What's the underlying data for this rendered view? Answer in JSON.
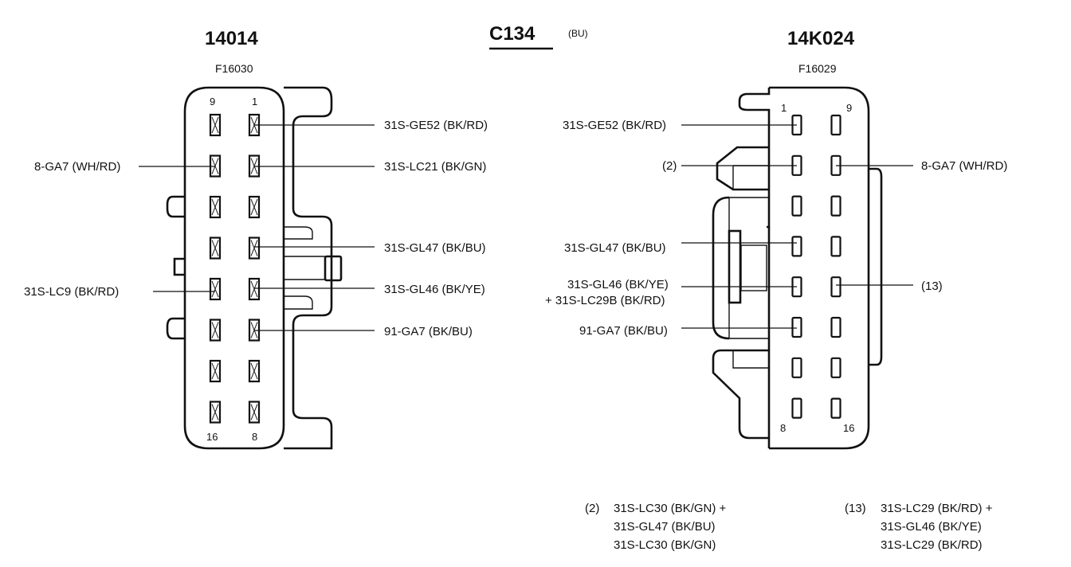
{
  "title": {
    "connector_id": "C134",
    "color_code": "(BU)"
  },
  "left": {
    "part_number": "14014",
    "f_number": "F16030",
    "pin_corner_labels": {
      "top_left": "9",
      "top_right": "1",
      "bottom_left": "16",
      "bottom_right": "8"
    },
    "wire_labels": {
      "p1": "31S-GE52 (BK/RD)",
      "p2": "31S-LC21 (BK/GN)",
      "p4": "31S-GL47 (BK/BU)",
      "p5": "31S-GL46 (BK/YE)",
      "p6": "91-GA7 (BK/BU)",
      "p10": "8-GA7 (WH/RD)",
      "p13": "31S-LC9 (BK/RD)"
    }
  },
  "right": {
    "part_number": "14K024",
    "f_number": "F16029",
    "pin_corner_labels": {
      "top_left": "1",
      "top_right": "9",
      "bottom_left": "8",
      "bottom_right": "16"
    },
    "wire_labels": {
      "p1": "31S-GE52 (BK/RD)",
      "p2": "(2)",
      "p4": "31S-GL47 (BK/BU)",
      "p5_line1": "31S-GL46 (BK/YE)",
      "p5_line2": "+ 31S-LC29B (BK/RD)",
      "p6": "91-GA7 (BK/BU)",
      "p10": "8-GA7 (WH/RD)",
      "p13": "(13)"
    }
  },
  "footnotes": {
    "note2": {
      "ref": "(2)",
      "lines": [
        "31S-LC30 (BK/GN) +",
        "31S-GL47 (BK/BU)",
        "31S-LC30 (BK/GN)"
      ]
    },
    "note13": {
      "ref": "(13)",
      "lines": [
        "31S-LC29 (BK/RD) +",
        "31S-GL46 (BK/YE)",
        "31S-LC29 (BK/RD)"
      ]
    }
  }
}
